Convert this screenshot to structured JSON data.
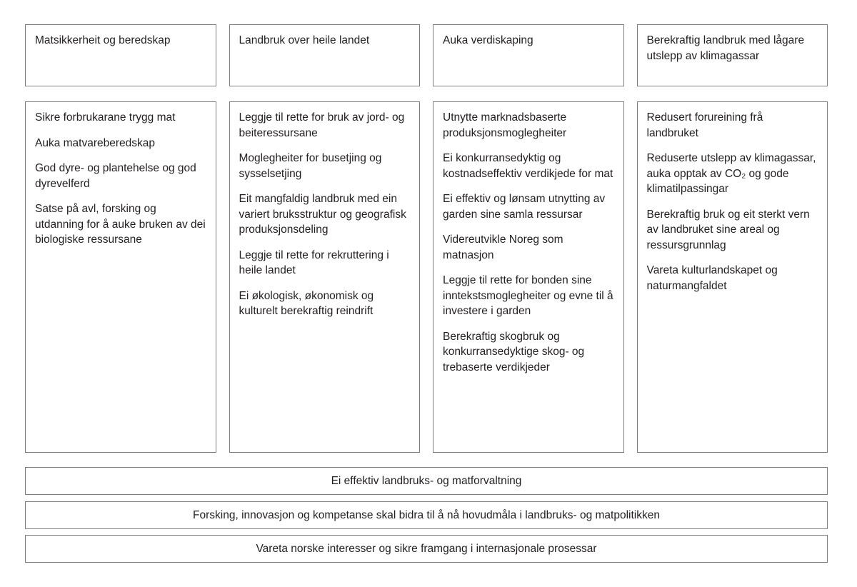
{
  "colors": {
    "background": "#ffffff",
    "border": "#7d7d7d",
    "text": "#231f20"
  },
  "columns": [
    {
      "header": "Matsikkerheit og beredskap",
      "items": [
        "Sikre forbrukarane trygg mat",
        "Auka matvareberedskap",
        "God dyre- og plantehelse og god dyrevelferd",
        "Satse på avl, forsking og utdanning for å auke bruken av dei biologiske ressursane"
      ]
    },
    {
      "header": "Landbruk over heile landet",
      "items": [
        "Leggje til rette for bruk av jord- og beiteressursane",
        "Moglegheiter for busetjing og sysselsetjing",
        "Eit mangfaldig landbruk med ein variert bruksstruktur og geografisk produksjonsdeling",
        "Leggje til rette for rekruttering i heile landet",
        "Ei økologisk, økonomisk og kulturelt berekraftig reindrift"
      ]
    },
    {
      "header": "Auka verdiskaping",
      "items": [
        "Utnytte marknadsbaserte produksjonsmoglegheiter",
        "Ei konkurransedyktig og kostnadseffektiv verdikjede for mat",
        "Ei effektiv og lønsam utnytting av garden sine samla ressursar",
        "Videreutvikle Noreg som matnasjon",
        "Leggje til rette for bonden sine inntekstsmoglegheiter og evne til å investere i garden",
        "Berekraftig skogbruk og konkurransedyktige skog- og trebaserte verdikjeder"
      ]
    },
    {
      "header": "Berekraftig landbruk med lågare utslepp av klimagassar",
      "items": [
        "Redusert forureining frå landbruket",
        "Reduserte utslepp av klimagassar, auka opptak av CO₂ og gode klimatilpassingar",
        "Berekraftig bruk og eit sterkt vern av landbruket sine areal og ressursgrunnlag",
        "Vareta kulturlandskapet og naturmangfaldet"
      ]
    }
  ],
  "bottom_bars": [
    "Ei effektiv landbruks- og matforvaltning",
    "Forsking, innovasjon og kompetanse skal bidra til å nå hovudmåla i landbruks- og matpolitikken",
    "Vareta norske interesser og sikre framgang i internasjonale prosessar"
  ]
}
